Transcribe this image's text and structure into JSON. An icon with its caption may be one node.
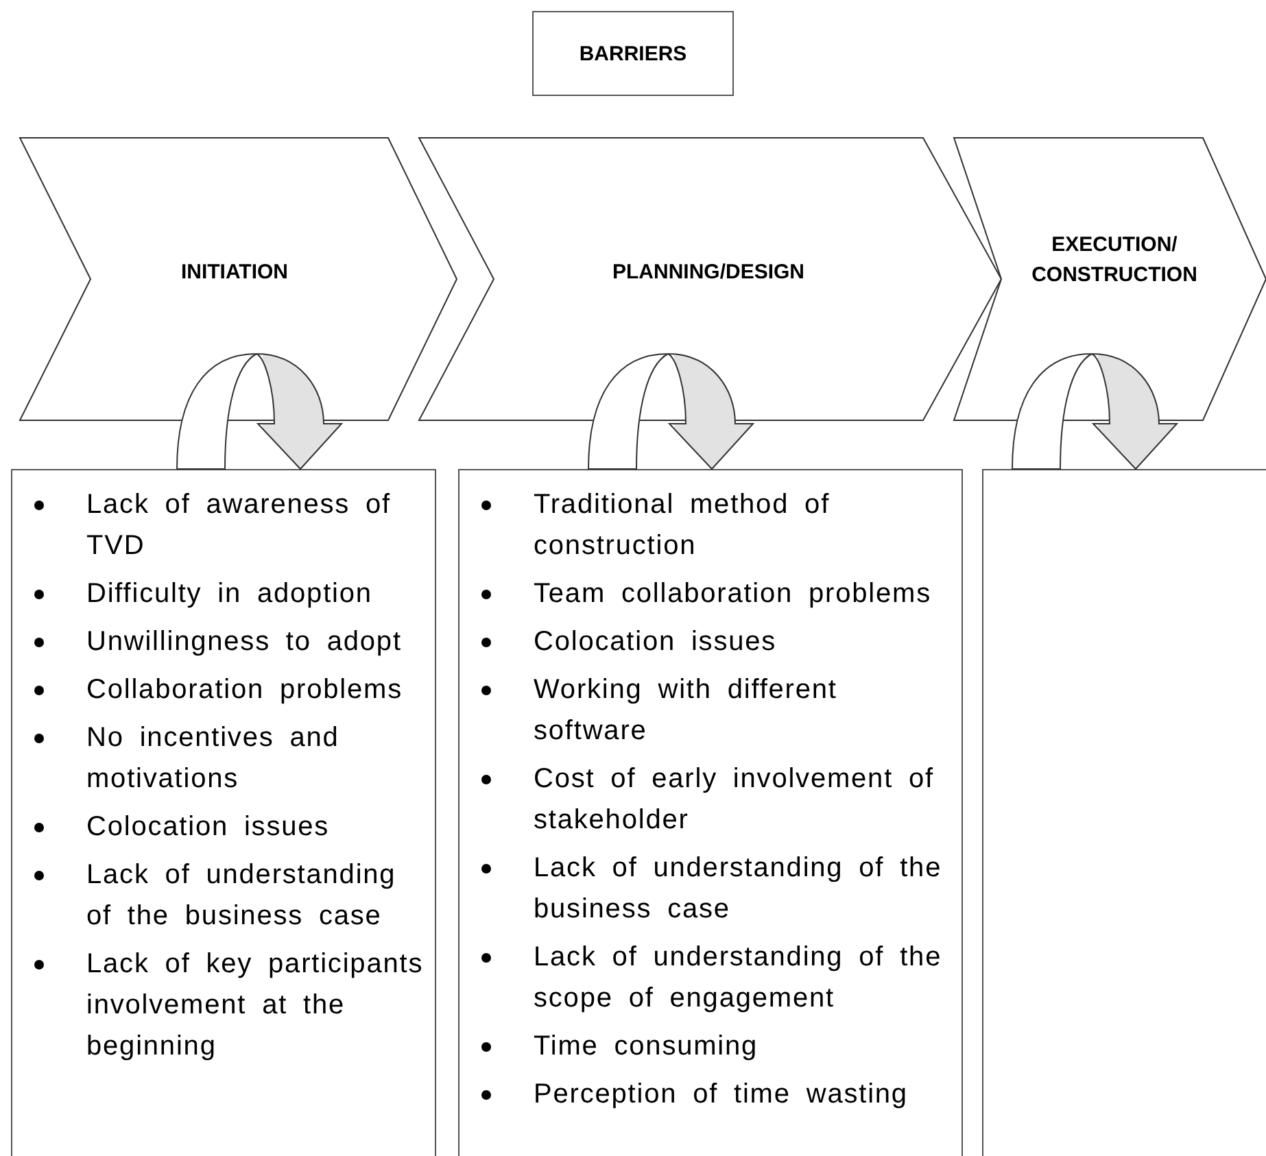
{
  "diagram": {
    "nodes": [
      {
        "text": [
          "BARRIERS"
        ]
      },
      {
        "text": [
          "INITIATION"
        ]
      },
      {
        "text": [
          "PLANNING/DESIGN"
        ]
      },
      {
        "text": [
          "EXECUTION/ CONSTRUCTION"
        ]
      },
      {
        "text": [
          "Lack of awareness of TVD",
          "Difficulty in adoption",
          "Unwillingness to adopt",
          "Collaboration problems",
          "No incentives and motivations",
          "Colocation issues",
          "Lack of understanding of the business case",
          "Lack of key participants involvement at the beginning"
        ]
      },
      {
        "text": [
          "Traditional method of construction",
          "Team collaboration problems",
          "Colocation issues",
          "Working with different software",
          "Cost of early involvement of stakeholder",
          "Lack of understanding of the business case",
          "Lack of understanding of the scope of engagement",
          "Time consuming",
          "Perception of time wasting"
        ]
      },
      {
        "text": [],
        "shape": "box"
      }
    ],
    "edges": [
      {
        "from": 1,
        "to": 4,
        "arrow": "to"
      },
      {
        "from": 2,
        "to": 5,
        "arrow": "to"
      },
      {
        "from": 3,
        "to": 6,
        "arrow": "to"
      }
    ]
  }
}
